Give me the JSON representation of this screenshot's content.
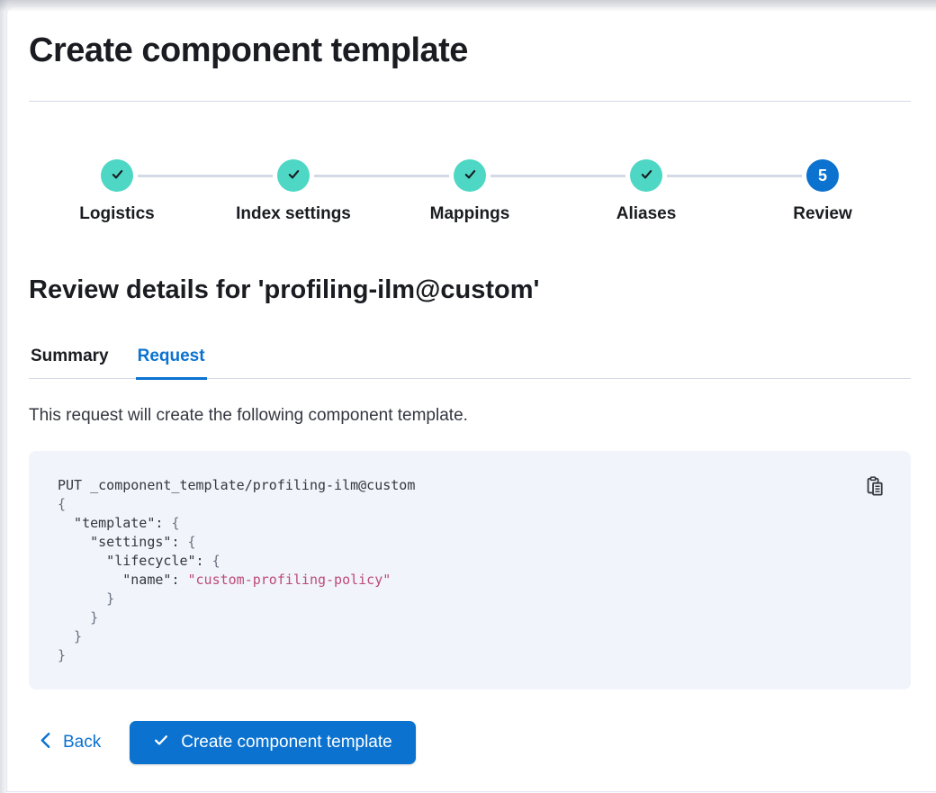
{
  "page": {
    "title": "Create component template"
  },
  "stepper": {
    "steps": [
      {
        "label": "Logistics",
        "state": "complete"
      },
      {
        "label": "Index settings",
        "state": "complete"
      },
      {
        "label": "Mappings",
        "state": "complete"
      },
      {
        "label": "Aliases",
        "state": "complete"
      },
      {
        "label": "Review",
        "state": "current",
        "number": "5"
      }
    ]
  },
  "review": {
    "heading": "Review details for 'profiling-ilm@custom'",
    "description": "This request will create the following component template."
  },
  "tabs": [
    {
      "label": "Summary",
      "selected": false
    },
    {
      "label": "Request",
      "selected": true
    }
  ],
  "code_block": {
    "lines": [
      [
        {
          "s": "plain",
          "t": "PUT _component_template/profiling-ilm@custom"
        }
      ],
      [
        {
          "s": "punct",
          "t": "{"
        }
      ],
      [
        {
          "s": "key",
          "t": "  \"template\""
        },
        {
          "s": "plain",
          "t": ": "
        },
        {
          "s": "punct",
          "t": "{"
        }
      ],
      [
        {
          "s": "key",
          "t": "    \"settings\""
        },
        {
          "s": "plain",
          "t": ": "
        },
        {
          "s": "punct",
          "t": "{"
        }
      ],
      [
        {
          "s": "key",
          "t": "      \"lifecycle\""
        },
        {
          "s": "plain",
          "t": ": "
        },
        {
          "s": "punct",
          "t": "{"
        }
      ],
      [
        {
          "s": "key",
          "t": "        \"name\""
        },
        {
          "s": "plain",
          "t": ": "
        },
        {
          "s": "string",
          "t": "\"custom-profiling-policy\""
        }
      ],
      [
        {
          "s": "punct",
          "t": "      }"
        }
      ],
      [
        {
          "s": "punct",
          "t": "    }"
        }
      ],
      [
        {
          "s": "punct",
          "t": "  }"
        }
      ],
      [
        {
          "s": "punct",
          "t": "}"
        }
      ]
    ]
  },
  "footer": {
    "back_label": "Back",
    "submit_label": "Create component template"
  },
  "icons": {
    "step_complete": "check-icon",
    "copy": "copy-clipboard-icon",
    "back": "chevron-left-icon",
    "submit": "check-icon"
  },
  "colors": {
    "primary": "#0b72d0",
    "success": "#4dd7c4",
    "heading": "#1a1c21",
    "body_text": "#343741",
    "divider": "#d3dae6",
    "code_background": "#f1f4fa",
    "code_text": "#343741",
    "code_punctuation": "#68707e",
    "code_string": "#bd4a7b"
  }
}
